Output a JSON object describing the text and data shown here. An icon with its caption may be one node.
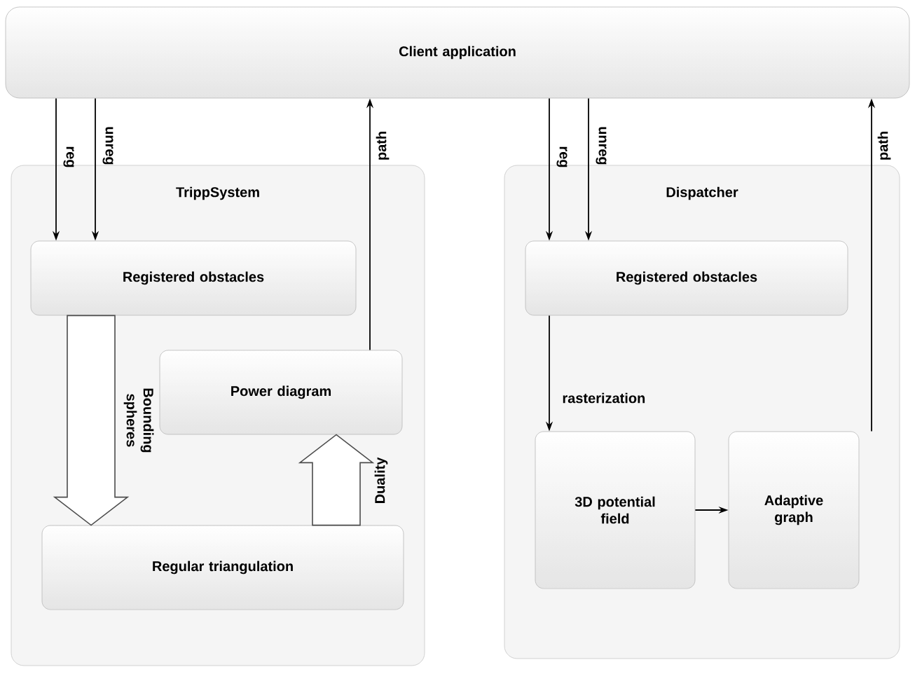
{
  "diagram": {
    "nodes": [
      {
        "text": [
          "Client application"
        ]
      },
      {
        "text": [
          "TrippSystem"
        ]
      },
      {
        "text": [
          "Registered obstacles"
        ],
        "in": 1
      },
      {
        "text": [
          "Power diagram"
        ],
        "in": 1
      },
      {
        "text": [
          "Regular triangulation"
        ],
        "in": 1
      },
      {
        "text": [
          "Dispatcher"
        ]
      },
      {
        "text": [
          "Registered obstacles"
        ],
        "in": 5
      },
      {
        "text": [
          "3D potential field"
        ],
        "in": 5
      },
      {
        "text": [
          "Adaptive graph"
        ],
        "in": 5
      }
    ],
    "edges": [
      {
        "from": 0,
        "to": 2,
        "arrow": "to",
        "label": "reg"
      },
      {
        "from": 0,
        "to": 2,
        "arrow": "to",
        "label": "unreg"
      },
      {
        "from": 3,
        "to": 0,
        "arrow": "to",
        "label": "path"
      },
      {
        "from": 2,
        "to": 4,
        "arrow": "to",
        "label": "Bounding spheres",
        "style": "thick"
      },
      {
        "from": 4,
        "to": 3,
        "arrow": "to",
        "label": "Duality",
        "style": "thick"
      },
      {
        "from": 0,
        "to": 6,
        "arrow": "to",
        "label": "reg"
      },
      {
        "from": 0,
        "to": 6,
        "arrow": "to",
        "label": "unreg"
      },
      {
        "from": 6,
        "to": 7,
        "arrow": "to",
        "label": "rasterization"
      },
      {
        "from": 7,
        "to": 8,
        "arrow": "to"
      },
      {
        "from": 8,
        "to": 0,
        "arrow": "to",
        "label": "path"
      }
    ]
  }
}
